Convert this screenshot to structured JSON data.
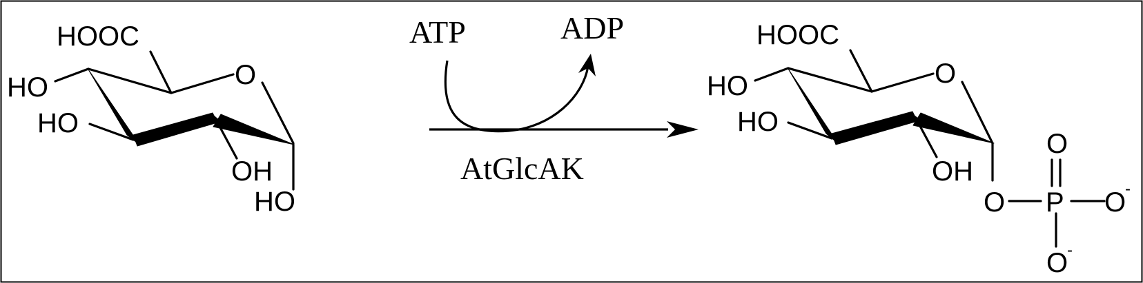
{
  "reaction": {
    "substrate": {
      "carboxyl": "HOOC",
      "ring_oxygen": "O",
      "hydroxyl_c4": "HO",
      "hydroxyl_c3": "HO",
      "hydroxyl_c2": "OH",
      "hydroxyl_c1": "HO"
    },
    "cofactor_in": "ATP",
    "cofactor_out": "ADP",
    "enzyme": "AtGlcAK",
    "product": {
      "carboxyl": "HOOC",
      "ring_oxygen": "O",
      "hydroxyl_c4": "HO",
      "hydroxyl_c3": "HO",
      "hydroxyl_c2": "OH",
      "ester_oxygen": "O",
      "phosphorus": "P",
      "oxo_oxygen": "O",
      "anionic_oxygen_right": "O",
      "anionic_oxygen_bottom": "O",
      "charge_symbol": "-"
    }
  }
}
